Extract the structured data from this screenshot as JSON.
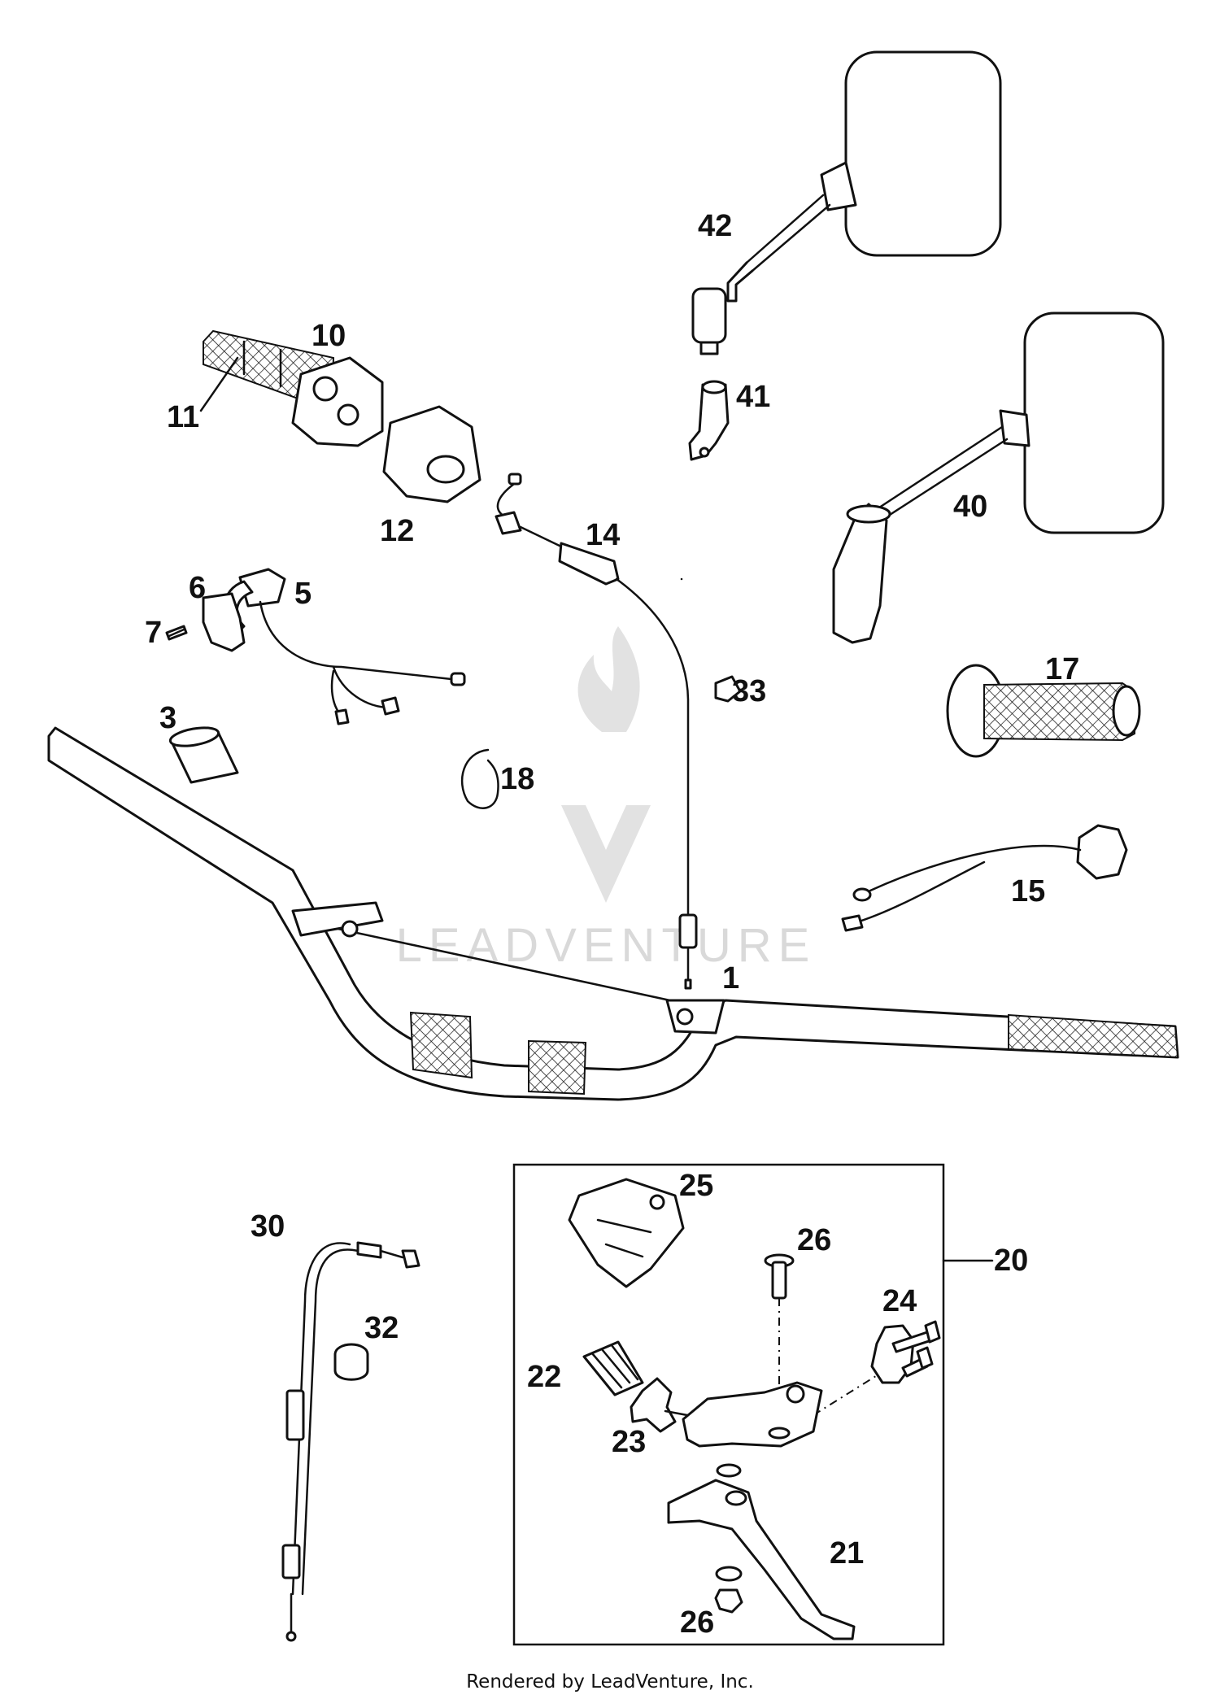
{
  "labels": {
    "p1": "1",
    "p3": "3",
    "p5": "5",
    "p6": "6",
    "p7": "7",
    "p10": "10",
    "p11": "11",
    "p12": "12",
    "p14": "14",
    "p15": "15",
    "p17": "17",
    "p18": "18",
    "p20": "20",
    "p21": "21",
    "p22": "22",
    "p23": "23",
    "p24": "24",
    "p25": "25",
    "p26a": "26",
    "p26b": "26",
    "p30": "30",
    "p32": "32",
    "p33": "33",
    "p40": "40",
    "p41": "41",
    "p42": "42"
  },
  "watermark": "LEADVENTURE",
  "footer": "Rendered by LeadVenture, Inc.",
  "colors": {
    "ink": "#111111",
    "watermark": "#d9d9d9",
    "background": "#ffffff"
  }
}
